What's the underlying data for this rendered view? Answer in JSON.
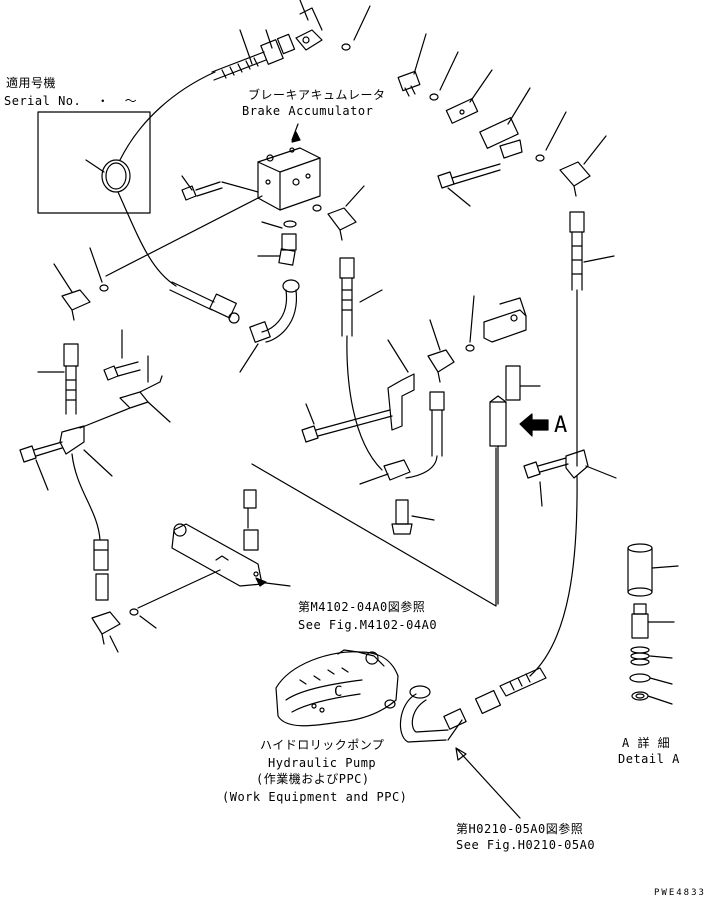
{
  "labels": {
    "serial_jp": "適用号機",
    "serial_en": "Serial No.  ・  ～",
    "brake_acc_jp": "ブレーキアキュムレータ",
    "brake_acc_en": "Brake Accumulator",
    "ref1_jp": "第M4102-04A0図参照",
    "ref1_en": "See Fig.M4102-04A0",
    "pump_jp": "ハイドロリックポンプ",
    "pump_en": "Hydraulic Pump",
    "pump_sub_jp": "(作業機およびPPC)",
    "pump_sub_en": "(Work Equipment and PPC)",
    "ref2_jp": "第H0210-05A0図参照",
    "ref2_en": "See Fig.H0210-05A0",
    "detail_jp": "A 詳 細",
    "detail_en": "Detail A",
    "view_a": "A",
    "pump_port": "C",
    "drawing_code": "PWE4833"
  }
}
